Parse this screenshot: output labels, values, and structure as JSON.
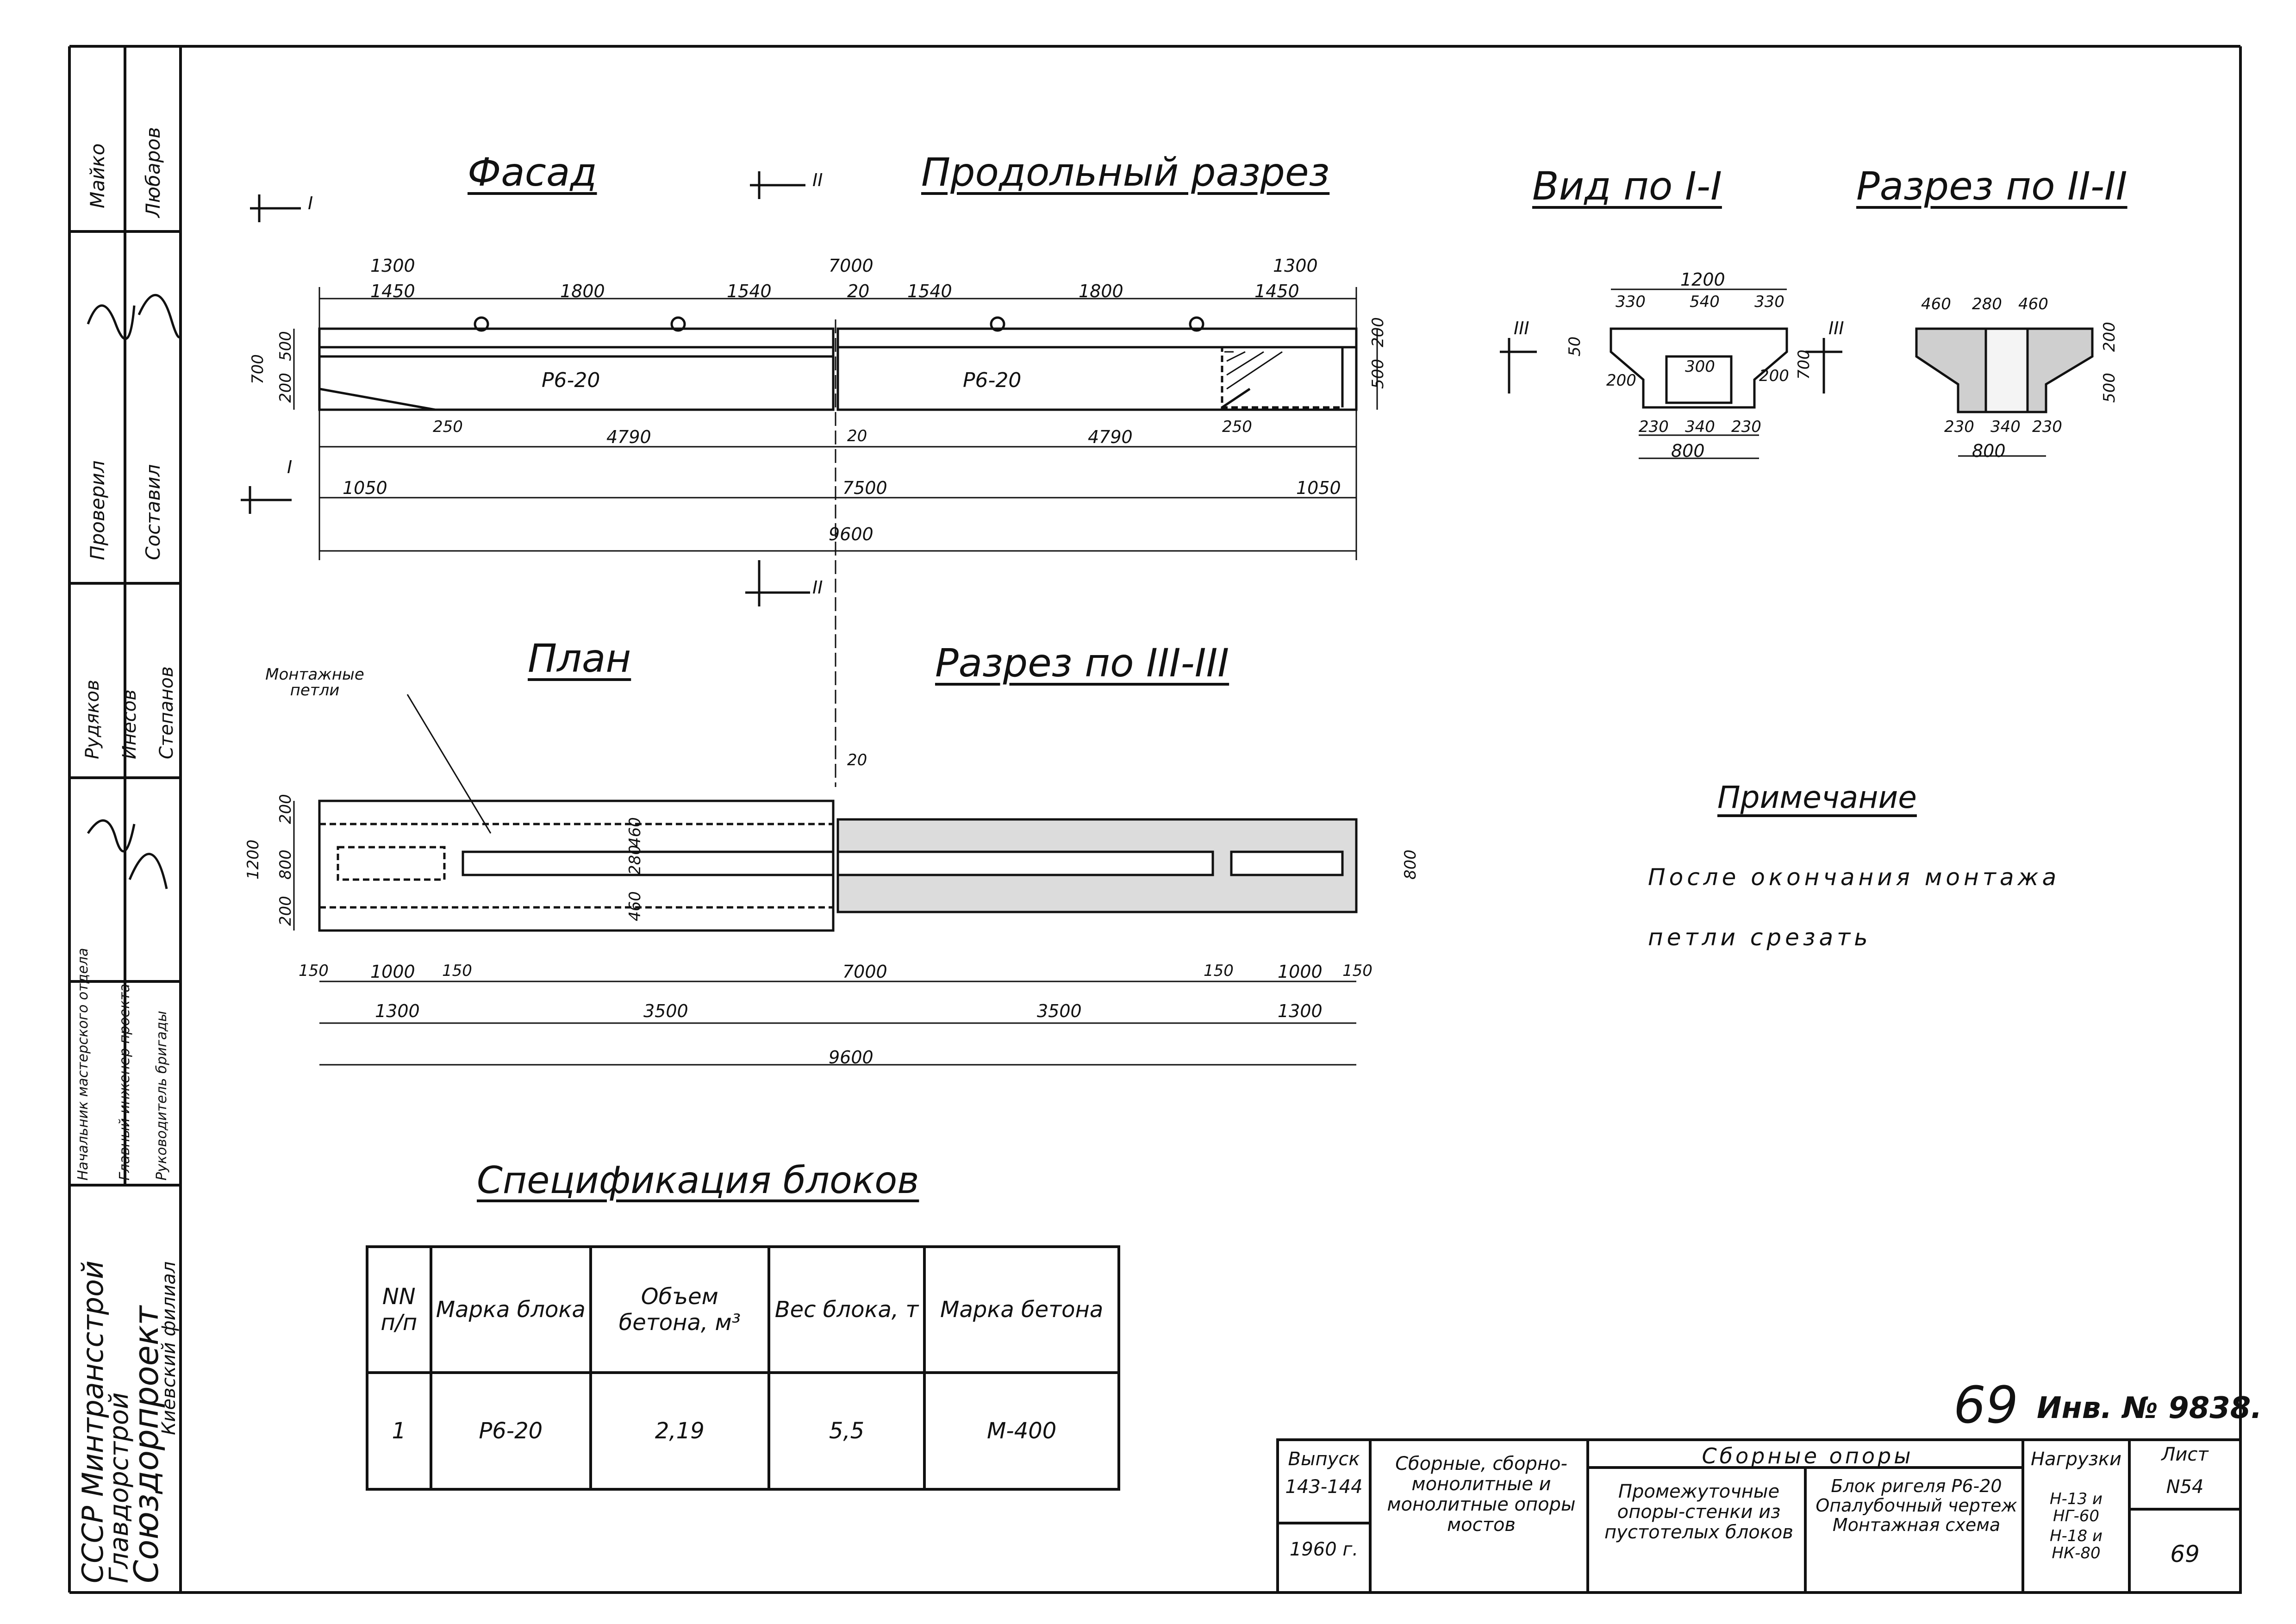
{
  "views": {
    "facade_title": "Фасад",
    "long_section_title": "Продольный разрез",
    "view_1_title": "Вид по I-I",
    "section_2_title": "Разрез по II-II",
    "plan_title": "План",
    "section_3_title": "Разрез по III-III"
  },
  "section_marks": {
    "mark_1": "I",
    "mark_2": "II",
    "mark_3": "III"
  },
  "facade_dims": {
    "top_a": "1300",
    "top_b": "1450",
    "top_c": "1800",
    "top_d": "1540",
    "top_total": "7000",
    "top_e": "20",
    "top_f": "1540",
    "top_g": "1800",
    "top_h": "1300",
    "top_i": "1450",
    "h_700": "700",
    "h_500": "500",
    "h_200": "200",
    "r_200": "200",
    "r_500": "500",
    "bot_250a": "250",
    "bot_4790a": "4790",
    "bot_20": "20",
    "bot_4790b": "4790",
    "bot_250b": "250",
    "bot_1050a": "1050",
    "bot_7500": "7500",
    "bot_1050b": "1050",
    "total": "9600"
  },
  "block_label": "Р6-20",
  "cross_dims": {
    "w_1200": "1200",
    "w_330a": "330",
    "w_540": "540",
    "w_330b": "330",
    "h_50": "50",
    "h_300": "300",
    "h_200a": "200",
    "h_200b": "200",
    "h_700": "700",
    "b_230a": "230",
    "b_340": "340",
    "b_230b": "230",
    "b_800": "800",
    "s_460a": "460",
    "s_280": "280",
    "s_460b": "460",
    "s_200": "200",
    "s_500": "500",
    "s_230a": "230",
    "s_340": "340",
    "s_230b": "230",
    "s_800": "800"
  },
  "plan_dims": {
    "loops_label": "Монтажные петли",
    "h_200a": "200",
    "h_1200": "1200",
    "h_800": "800",
    "h_200b": "200",
    "in_460a": "460",
    "in_280": "280",
    "in_460b": "460",
    "top_20": "20",
    "right_800": "800",
    "d_150a": "150",
    "d_1000a": "1000",
    "d_150b": "150",
    "d_7000": "7000",
    "d_150c": "150",
    "d_1000b": "1000",
    "d_150d": "150",
    "d_1300a": "1300",
    "d_3500a": "3500",
    "d_3500b": "3500",
    "d_1300b": "1300",
    "total": "9600"
  },
  "note": {
    "title": "Примечание",
    "line1": "После окончания монтажа",
    "line2": "петли срезать"
  },
  "spec": {
    "title": "Спецификация блоков",
    "headers": [
      "NN п/п",
      "Марка блока",
      "Объем бетона, м³",
      "Вес блока, т",
      "Марка бетона"
    ],
    "rows": [
      [
        "1",
        "Р6-20",
        "2,19",
        "5,5",
        "М-400"
      ]
    ]
  },
  "sheet_number": "69",
  "inventory": "Инв. № 9838.",
  "left_strip": {
    "org1": "СССР Минтрансстрой",
    "org2": "Главдорстрой",
    "org3": "Союздорпроект",
    "org4": "Киевский филиал",
    "roles": [
      "Начальник мастерского отдела",
      "Главный инженер проекта",
      "Руководитель бригады"
    ],
    "names_1": [
      "Майко",
      "Любаров"
    ],
    "names_2": [
      "Проверил",
      "Составил"
    ],
    "names_3": [
      "Рудяков",
      "Инесов",
      "Степанов"
    ]
  },
  "stamp": {
    "issue_label": "Выпуск",
    "issue_value": "143-144",
    "year": "1960 г.",
    "series_title": "Сборные, сборно-монолитные и монолитные опоры мостов",
    "group_title": "Сборные опоры",
    "subgroup": "Промежуточные опоры-стенки из пустотелых блоков",
    "drawing_title": "Блок ригеля Р6-20 Опалубочный чертеж Монтажная схема",
    "loads_label": "Нагрузки",
    "loads_1": "Н-13 и НГ-60",
    "loads_2": "Н-18 и НК-80",
    "sheet_label": "Лист",
    "sheet_code": "N54",
    "sheet_value": "69"
  }
}
